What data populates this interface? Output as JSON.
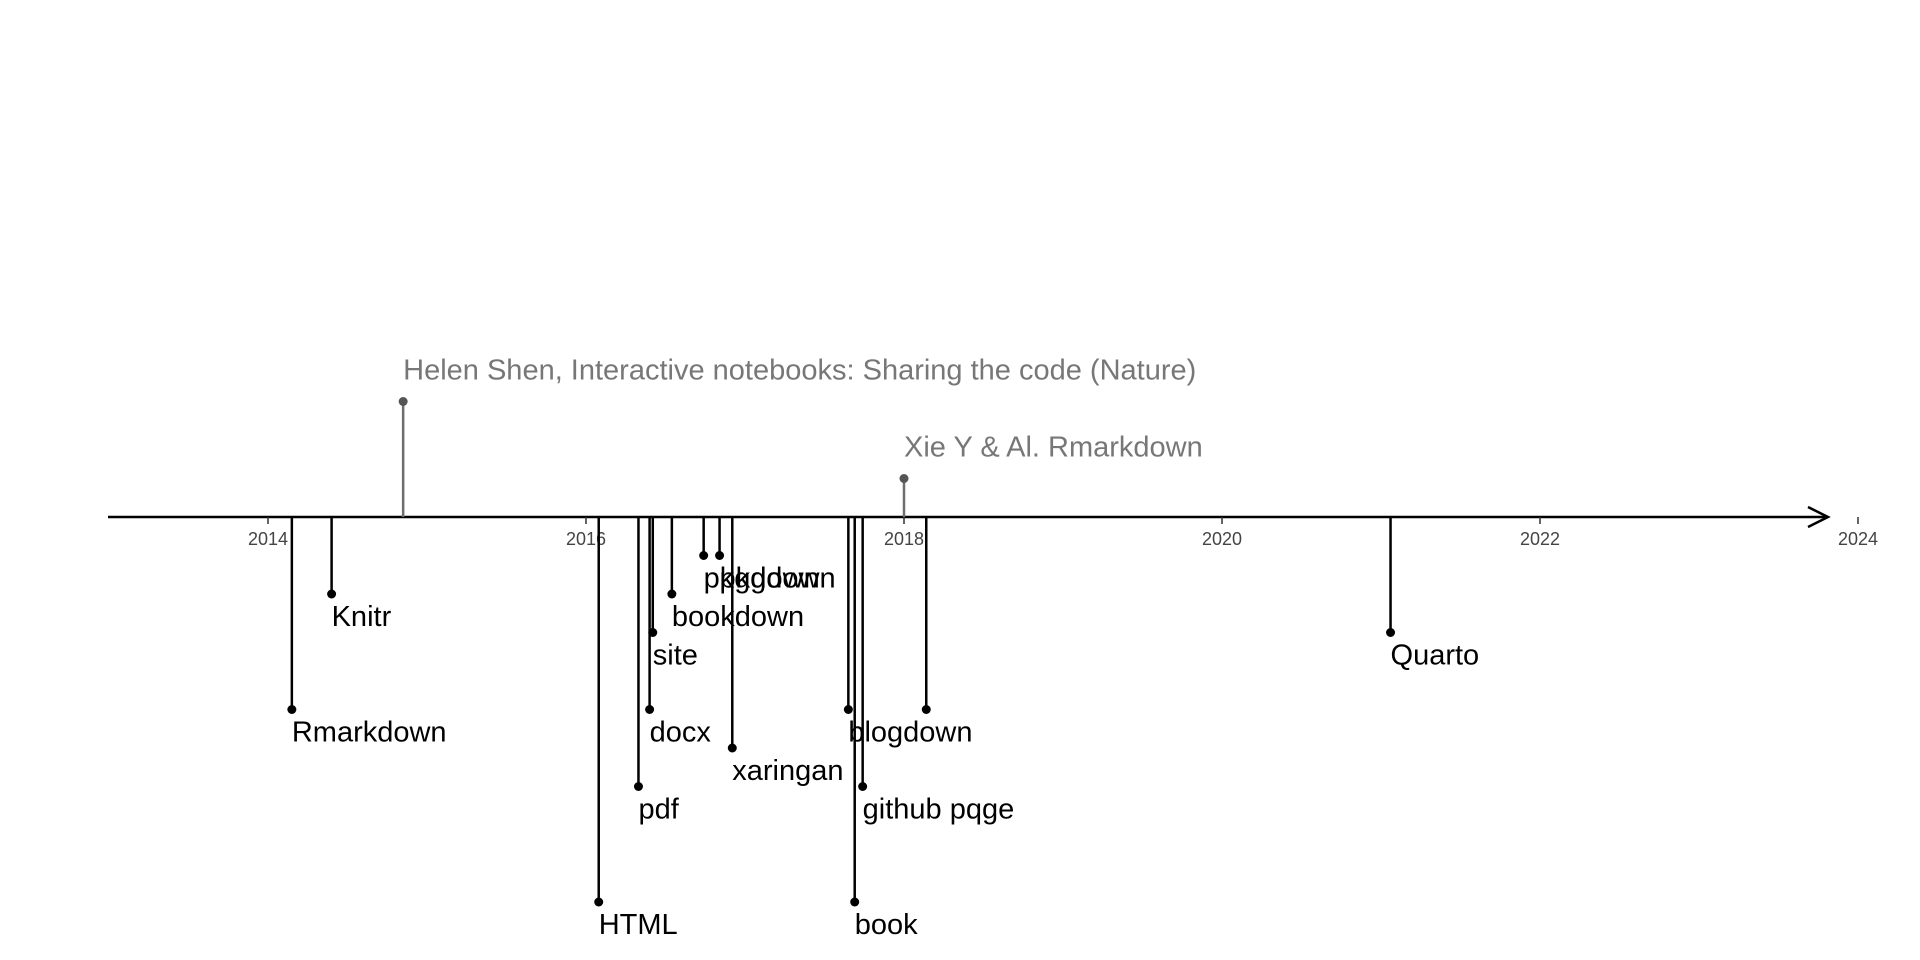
{
  "chart_data": {
    "type": "timeline",
    "title": "",
    "xlabel": "",
    "ylabel": "",
    "xlim": [
      2013.0,
      2024.0
    ],
    "x_ticks": [
      2014,
      2016,
      2018,
      2020,
      2022,
      2024
    ],
    "colors": {
      "axis": "#000000",
      "events": "#000000",
      "publications": "#6e6e6e",
      "publication_text": "#777777"
    },
    "publications": [
      {
        "label": "Helen Shen,  Interactive notebooks: Sharing the code (Nature)",
        "date": 2014.85,
        "level": 3
      },
      {
        "label": "Xie Y & Al. Rmarkdown",
        "date": 2018.0,
        "level": 1
      }
    ],
    "events": [
      {
        "label": "Rmarkdown",
        "date": 2014.15,
        "level": 5
      },
      {
        "label": "Knitr",
        "date": 2014.4,
        "level": 2
      },
      {
        "label": "HTML",
        "date": 2016.08,
        "level": 10
      },
      {
        "label": "pdf",
        "date": 2016.33,
        "level": 7
      },
      {
        "label": "docx",
        "date": 2016.4,
        "level": 5
      },
      {
        "label": "site",
        "date": 2016.42,
        "level": 3
      },
      {
        "label": "bookdown",
        "date": 2016.54,
        "level": 2
      },
      {
        "label": "pkgdown",
        "date": 2016.74,
        "level": 1
      },
      {
        "label": "pkgdown",
        "date": 2016.84,
        "level": 1
      },
      {
        "label": "xaringan",
        "date": 2016.92,
        "level": 6
      },
      {
        "label": "blogdown",
        "date": 2017.65,
        "level": 5
      },
      {
        "label": "book",
        "date": 2017.69,
        "level": 10
      },
      {
        "label": "github pqge",
        "date": 2017.74,
        "level": 7
      },
      {
        "label": "",
        "date": 2018.14,
        "level": 5
      },
      {
        "label": "Quarto",
        "date": 2021.06,
        "level": 3
      }
    ]
  }
}
